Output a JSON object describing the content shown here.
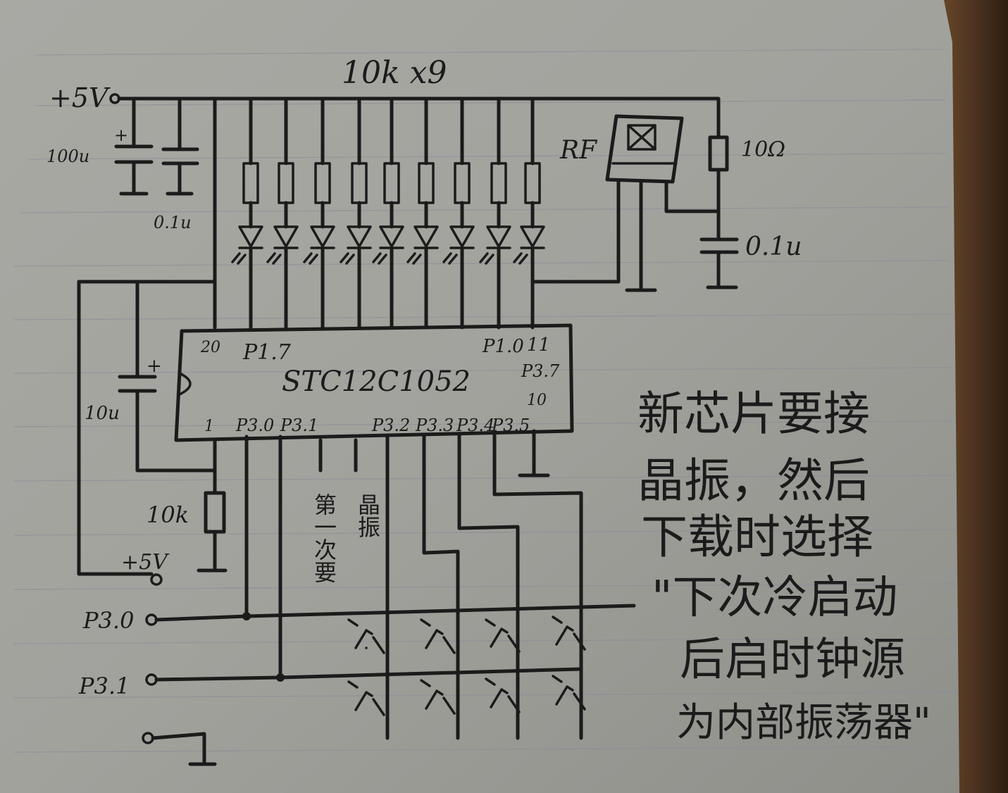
{
  "labels": {
    "supply_top": "+5V",
    "resistor_array": "10k x9",
    "cap_100u": "100u",
    "cap_0_1u_left": "0.1u",
    "rf_module": "RF",
    "resistor_10ohm": "10Ω",
    "cap_0_1u_right": "0.1u",
    "cap_10u": "10u",
    "resistor_10k": "10k",
    "supply_bottom": "+5V",
    "chip_name": "STC12C1052",
    "pin20": "20",
    "pin_p17": "P1.7",
    "pin_p10": "P1.0",
    "pin11": "11",
    "pin_p37": "P3.7",
    "pin10": "10",
    "pin1": "1",
    "pin_p30": "P3.0",
    "pin_p31": "P3.1",
    "pin_p32": "P3.2",
    "pin_p33": "P3.3",
    "pin_p34": "P3.4",
    "pin_p35": "P3.5",
    "crystal_note_left": "第一次要",
    "crystal_note_right": "晶振",
    "port_p30": "P3.0",
    "port_p31": "P3.1"
  },
  "note_lines": [
    "新芯片要接",
    "晶振，然后",
    "下载时选择",
    "\"下次冷启动",
    "后启时钟源",
    "为内部振荡器\""
  ],
  "led_count": 9,
  "switch_matrix": {
    "rows": 2,
    "cols": 4
  }
}
